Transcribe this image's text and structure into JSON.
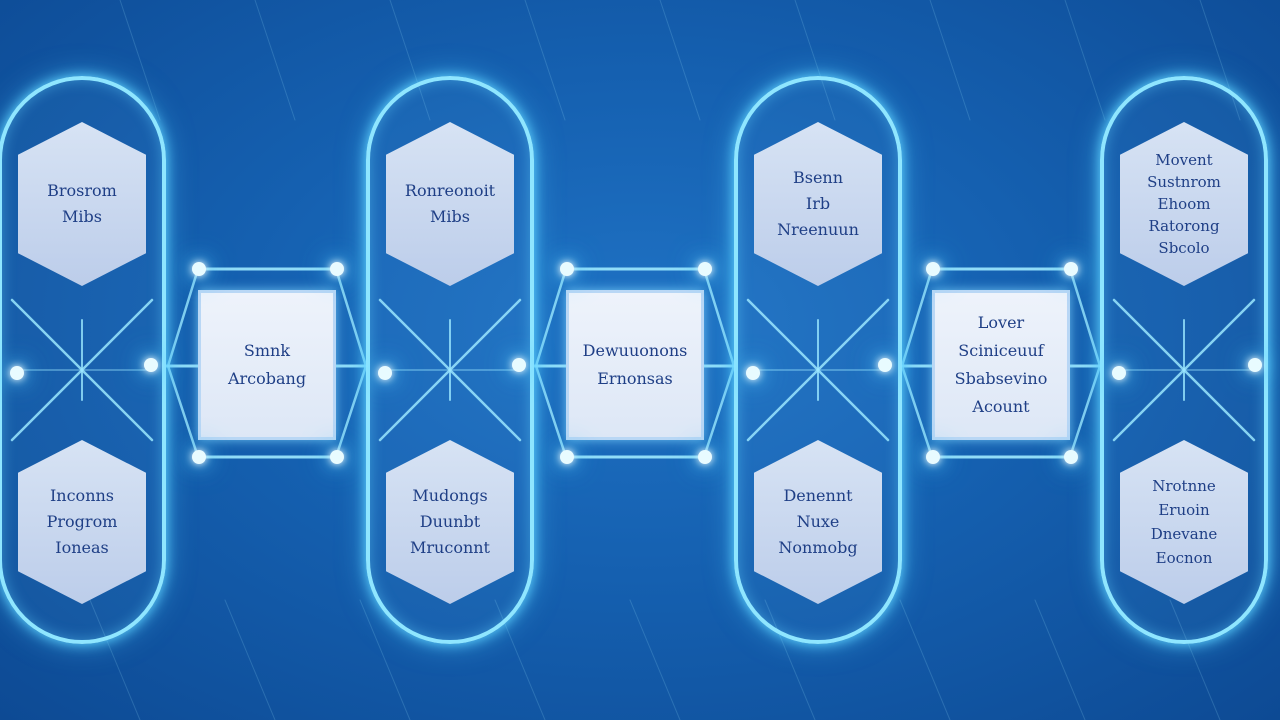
{
  "colors": {
    "background": "#1560b0",
    "glow": "#8fe6ff",
    "node_fill": "#d7e3f4",
    "text": "#1f3f86"
  },
  "pods": [
    {
      "top_label": [
        "Brosrom",
        "Mibs"
      ],
      "bottom_label": [
        "Inconns",
        "Progrom",
        "Ioneas"
      ]
    },
    {
      "top_label": [
        "Ronreonoit",
        "Mibs"
      ],
      "bottom_label": [
        "Mudongs",
        "Duunbt",
        "Mruconnt"
      ]
    },
    {
      "top_label": [
        "Bsenn",
        "Irb",
        "Nreenuun"
      ],
      "bottom_label": [
        "Denennt",
        "Nuxe",
        "Nonmobg"
      ]
    },
    {
      "top_label": [
        "Movent",
        "Sustnrom",
        "Ehoom",
        "Ratorong",
        "Sbcolo"
      ],
      "bottom_label": [
        "Nrotnne",
        "Eruoin",
        "Dnevane",
        "Eocnon"
      ]
    }
  ],
  "cards": [
    {
      "label": [
        "Smnk",
        "Arcobang"
      ]
    },
    {
      "label": [
        "Dewuuonons",
        "Ernonsas"
      ]
    },
    {
      "label": [
        "Lover",
        "Sciniceuuf",
        "Sbabsevino",
        "Acount"
      ]
    }
  ]
}
